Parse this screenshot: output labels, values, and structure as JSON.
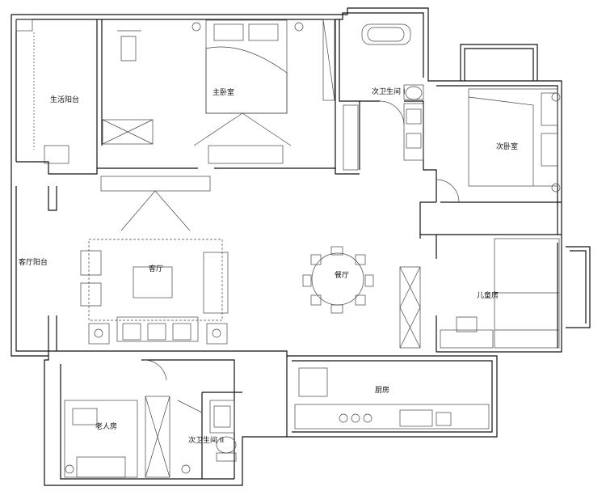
{
  "rooms": {
    "utility_balcony": "生活阳台",
    "master_bedroom": "主卧室",
    "bathroom_1": "次卫生间 I",
    "second_bedroom": "次卧室",
    "living_balcony": "客厅阳台",
    "living_room": "客厅",
    "dining_room": "餐厅",
    "kids_room": "儿童房",
    "kitchen": "厨房",
    "elder_room": "老人房",
    "bathroom_2": "次卫生间 II"
  },
  "colors": {
    "wall": "#111111",
    "line": "#333333",
    "hatch": "#999999"
  }
}
